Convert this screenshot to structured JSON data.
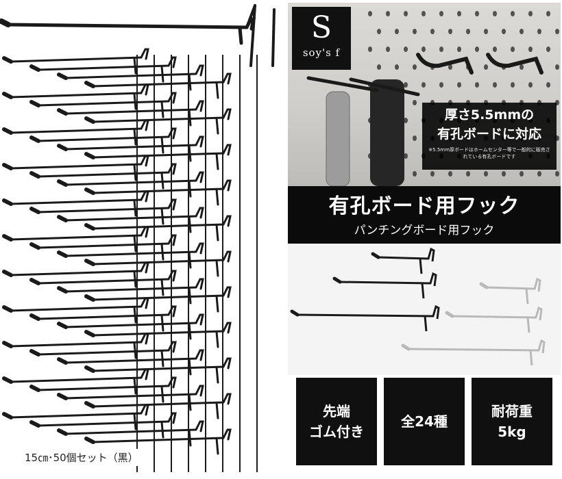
{
  "caption": "15㎝･50個セット（黒）",
  "brand": {
    "mark": "S",
    "name": "soy's f"
  },
  "thickness_box": {
    "line1": "厚さ5.5mmの",
    "line2": "有孔ボードに対応",
    "note": "※5.5mm厚ボードはホームセンター等で一般的に販売されている有孔ボードです"
  },
  "title": {
    "main": "有孔ボード用フック",
    "sub": "パンチングボード用フック"
  },
  "features": [
    {
      "line1": "先端",
      "line2": "ゴム付き"
    },
    {
      "line1": "全24種",
      "line2": ""
    },
    {
      "line1": "耐荷重",
      "line2": "5kg"
    }
  ],
  "colors": {
    "hook": "#1a1a1a",
    "panel_dark": "#0b0b0b",
    "chrome": "#b9b9b9"
  }
}
